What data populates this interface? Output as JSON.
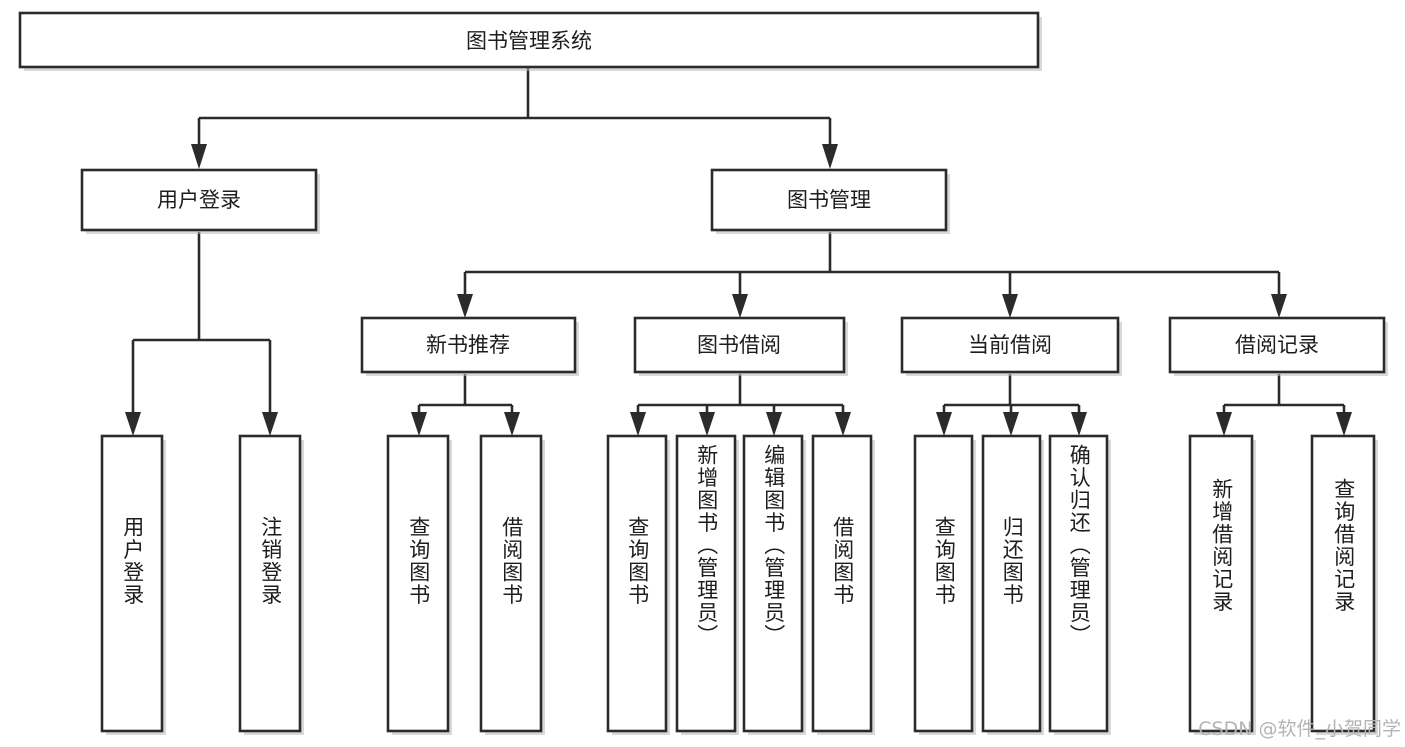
{
  "diagram": {
    "type": "tree-hierarchy-diagram",
    "orientation": "top-down",
    "root": {
      "label": "图书管理系统"
    },
    "level1": [
      {
        "label": "用户登录"
      },
      {
        "label": "图书管理"
      }
    ],
    "level2": [
      {
        "label": "新书推荐",
        "parent": "图书管理"
      },
      {
        "label": "图书借阅",
        "parent": "图书管理"
      },
      {
        "label": "当前借阅",
        "parent": "图书管理"
      },
      {
        "label": "借阅记录",
        "parent": "图书管理"
      }
    ],
    "leaves": [
      {
        "label": "用户登录",
        "parent": "用户登录"
      },
      {
        "label": "注销登录",
        "parent": "用户登录"
      },
      {
        "label": "查询图书",
        "parent": "新书推荐"
      },
      {
        "label": "借阅图书",
        "parent": "新书推荐"
      },
      {
        "label": "查询图书",
        "parent": "图书借阅"
      },
      {
        "label": "新增图书（管理员）",
        "parent": "图书借阅"
      },
      {
        "label": "编辑图书（管理员）",
        "parent": "图书借阅"
      },
      {
        "label": "借阅图书",
        "parent": "图书借阅"
      },
      {
        "label": "查询图书",
        "parent": "当前借阅"
      },
      {
        "label": "归还图书",
        "parent": "当前借阅"
      },
      {
        "label": "确认归还（管理员）",
        "parent": "当前借阅"
      },
      {
        "label": "新增借阅记录",
        "parent": "借阅记录"
      },
      {
        "label": "查询借阅记录",
        "parent": "借阅记录"
      }
    ],
    "watermark": "CSDN @软件_小贺同学",
    "colors": {
      "stroke": "#2b2b2b",
      "fill": "#ffffff",
      "text": "#1d1d1d",
      "watermark": "#b4b4b4",
      "background": "#ffffff"
    }
  }
}
